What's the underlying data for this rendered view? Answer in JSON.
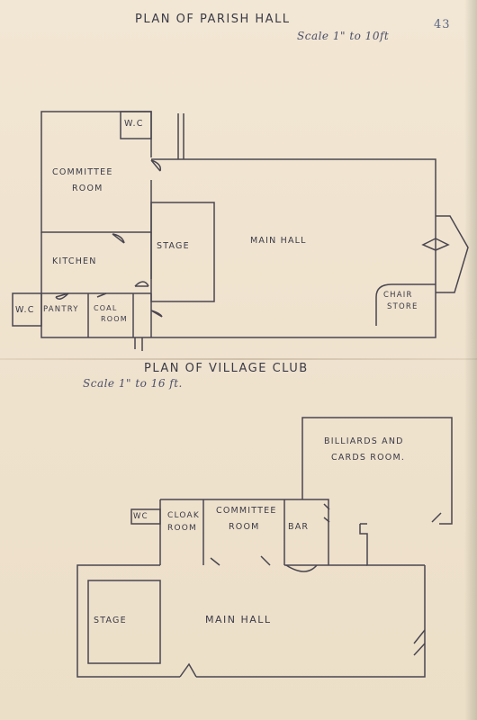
{
  "page_number": "43",
  "parish_hall": {
    "title": "PLAN OF PARISH HALL",
    "scale": "Scale 1\" to 10ft",
    "rooms": {
      "committee_line1": "COMMITTEE",
      "committee_line2": "ROOM",
      "wc_top": "W.C",
      "kitchen": "KITCHEN",
      "stage": "STAGE",
      "main_hall": "MAIN HALL",
      "wc_bottom": "W.C",
      "pantry": "PANTRY",
      "coal_line1": "COAL",
      "coal_line2": "ROOM",
      "chair_line1": "CHAIR",
      "chair_line2": "STORE"
    }
  },
  "village_club": {
    "title": "PLAN OF VILLAGE CLUB",
    "scale": "Scale 1\" to 16 ft.",
    "rooms": {
      "billiards_line1": "BILLIARDS AND",
      "billiards_line2": "CARDS ROOM.",
      "wc": "WC",
      "cloak_line1": "CLOAK",
      "cloak_line2": "ROOM",
      "committee_line1": "COMMITTEE",
      "committee_line2": "ROOM",
      "bar": "BAR",
      "stage": "STAGE",
      "main_hall": "MAIN HALL"
    }
  },
  "colors": {
    "paper": "#efe3cf",
    "ink": "#3a3a48",
    "pencil_blue": "#4a4f6a"
  }
}
